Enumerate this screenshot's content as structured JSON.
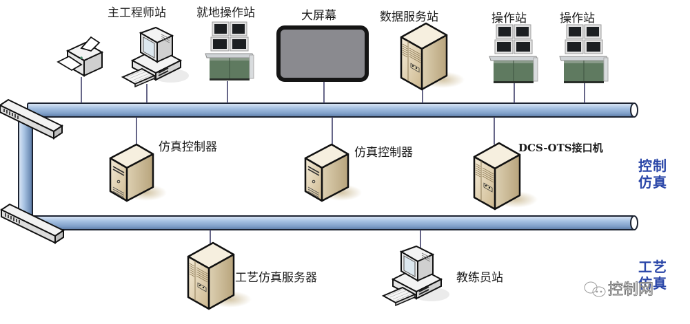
{
  "diagram": {
    "title": "DCS-OTS control simulation network",
    "top_row": [
      {
        "id": "printer",
        "label": "",
        "icon": "printer-icon"
      },
      {
        "id": "main-engineer-station",
        "label": "主工程师站",
        "icon": "desktop-computer-icon"
      },
      {
        "id": "local-operator-station",
        "label": "就地操作站",
        "icon": "operator-console-icon"
      },
      {
        "id": "large-screen",
        "label": "大屏幕",
        "icon": "large-display-icon"
      },
      {
        "id": "data-server-station",
        "label": "数据服务站",
        "icon": "server-cabinet-icon"
      },
      {
        "id": "operator-station-1",
        "label": "操作站",
        "icon": "operator-console-icon"
      },
      {
        "id": "operator-station-2",
        "label": "操作站",
        "icon": "operator-console-icon"
      }
    ],
    "middle_row": [
      {
        "id": "sim-controller-1",
        "label": "仿真控制器",
        "icon": "tower-server-icon"
      },
      {
        "id": "sim-controller-2",
        "label": "仿真控制器",
        "icon": "tower-server-icon"
      },
      {
        "id": "dcs-ots-interface",
        "label": "DCS-OTS接口机",
        "icon": "server-cabinet-icon"
      }
    ],
    "bottom_row": [
      {
        "id": "process-sim-server",
        "label": "工艺仿真服务器",
        "icon": "server-cabinet-icon"
      },
      {
        "id": "instructor-station",
        "label": "教练员站",
        "icon": "desktop-computer-icon"
      }
    ],
    "zones": {
      "control_sim": "控制\n仿真",
      "control_sim_line1": "控制",
      "control_sim_line2": "仿真",
      "process_sim_line1": "工艺",
      "process_sim_line2": "仿真"
    },
    "watermark": "控制网",
    "colors": {
      "bus_fill": "#8fb0d8",
      "bus_highlight": "#c7d9ee",
      "bus_outline": "#1b2230",
      "zone_text": "#2a46a8",
      "server_beige": "#e9dcc0",
      "console_green": "#5f7a60"
    }
  }
}
